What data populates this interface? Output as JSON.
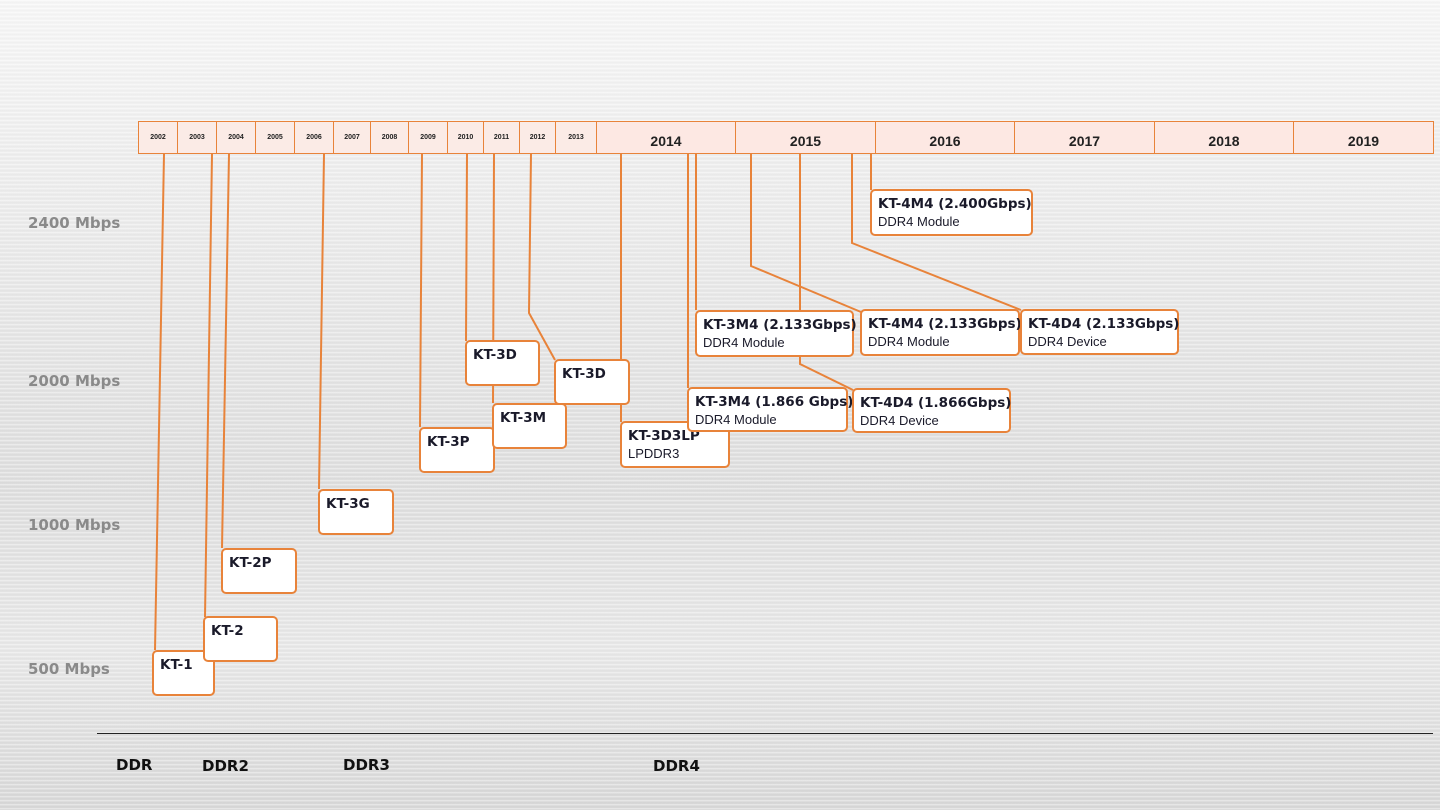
{
  "timeline": {
    "years": [
      "2002",
      "2003",
      "2004",
      "2005",
      "2006",
      "2007",
      "2008",
      "2009",
      "2010",
      "2011",
      "2012",
      "2013",
      "2014",
      "2015",
      "2016",
      "2017",
      "2018",
      "2019"
    ]
  },
  "y_axis_labels": [
    "2400 Mbps",
    "2000 Mbps",
    "1000 Mbps",
    "500 Mbps"
  ],
  "generations": [
    "DDR",
    "DDR2",
    "DDR3",
    "DDR4"
  ],
  "products": [
    {
      "title": "KT-1",
      "subtitle": ""
    },
    {
      "title": "KT-2",
      "subtitle": ""
    },
    {
      "title": "KT-2P",
      "subtitle": ""
    },
    {
      "title": "KT-3G",
      "subtitle": ""
    },
    {
      "title": "KT-3P",
      "subtitle": ""
    },
    {
      "title": "KT-3D",
      "subtitle": ""
    },
    {
      "title": "KT-3M",
      "subtitle": ""
    },
    {
      "title": "KT-3D",
      "subtitle": ""
    },
    {
      "title": "KT-3D3LP",
      "subtitle": "LPDDR3"
    },
    {
      "title": "KT-3M4 (1.866 Gbps)",
      "subtitle": "DDR4 Module"
    },
    {
      "title": "KT-3M4 (2.133Gbps)",
      "subtitle": "DDR4 Module"
    },
    {
      "title": "KT-4M4 (2.133Gbps)",
      "subtitle": "DDR4 Module"
    },
    {
      "title": "KT-4D4 (1.866Gbps)",
      "subtitle": "DDR4 Device"
    },
    {
      "title": "KT-4M4 (2.400Gbps)",
      "subtitle": "DDR4 Module"
    },
    {
      "title": "KT-4D4 (2.133Gbps)",
      "subtitle": "DDR4 Device"
    }
  ],
  "colors": {
    "accent": "#e8833a",
    "timeline_fill": "#fde8e3",
    "axis_label": "#8a8a8a"
  }
}
